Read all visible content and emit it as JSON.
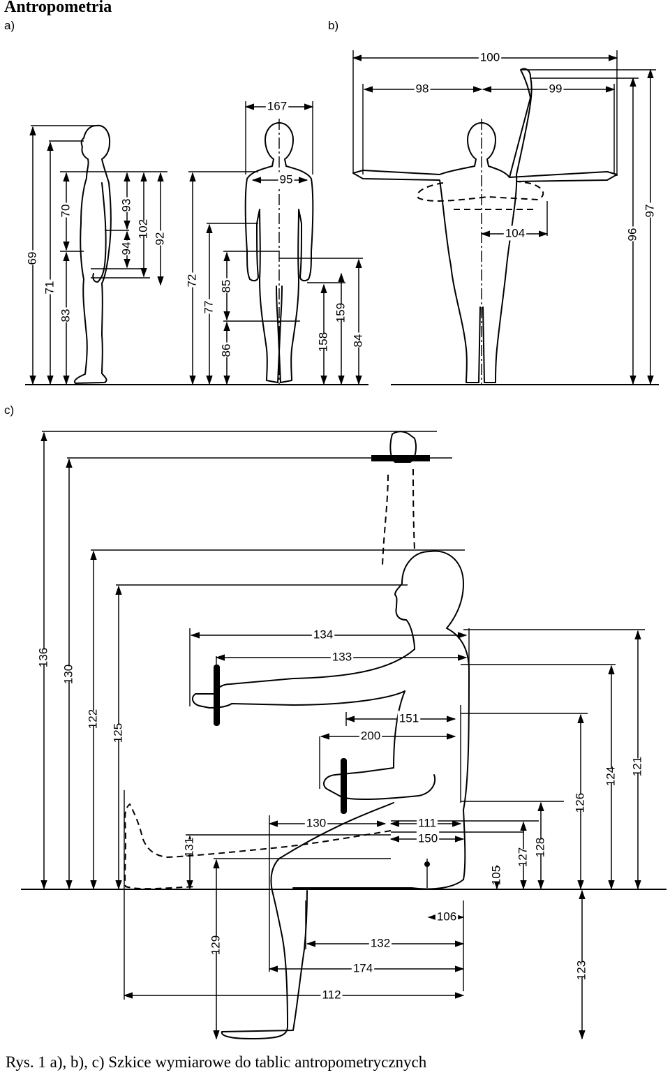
{
  "title": "Antropometria",
  "caption": "Rys. 1 a), b), c) Szkice wymiarowe do tablic antropometrycznych",
  "panels": {
    "a": {
      "label": "a)"
    },
    "b": {
      "label": "b)"
    },
    "c": {
      "label": "c)"
    }
  },
  "dimensions": {
    "a": [
      "69",
      "71",
      "83",
      "70",
      "93",
      "94",
      "102",
      "92",
      "167",
      "95",
      "72",
      "77",
      "85",
      "86",
      "158",
      "159",
      "84"
    ],
    "b": [
      "100",
      "98",
      "99",
      "104",
      "96",
      "97"
    ],
    "c": [
      "136",
      "130",
      "122",
      "125",
      "134",
      "133",
      "151",
      "200",
      "130",
      "111",
      "150",
      "131",
      "127",
      "128",
      "126",
      "124",
      "121",
      "105",
      "106",
      "132",
      "174",
      "112",
      "129",
      "123"
    ]
  }
}
